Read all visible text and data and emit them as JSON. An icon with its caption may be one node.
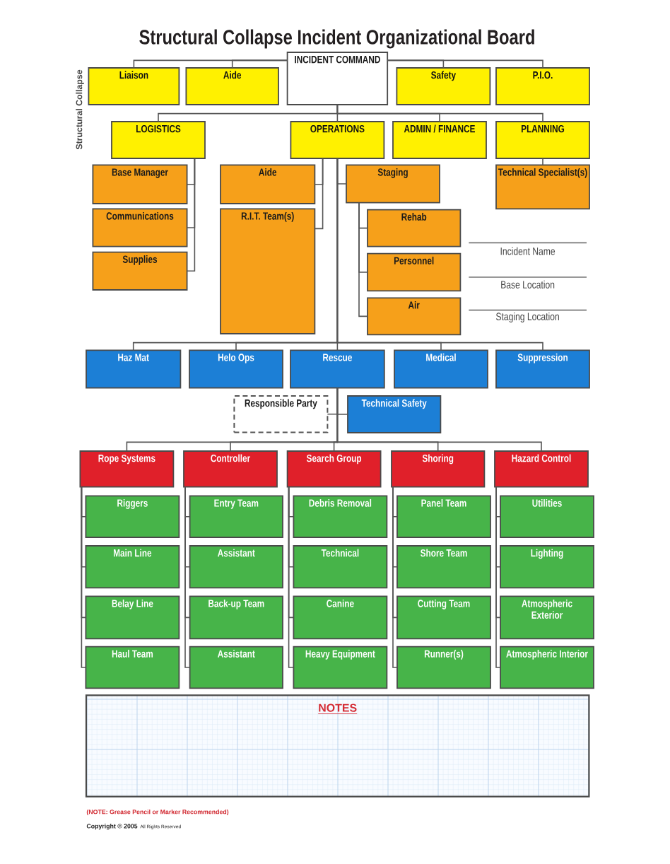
{
  "diagram": {
    "title": "Structural Collapse Incident Organizational Board",
    "nodes": [
      {
        "text": [
          "INCIDENT COMMAND"
        ]
      },
      {
        "text": [
          "Liaison"
        ]
      },
      {
        "text": [
          "Aide"
        ]
      },
      {
        "text": [
          "Safety"
        ]
      },
      {
        "text": [
          "P.I.O."
        ]
      },
      {
        "text": [
          "LOGISTICS"
        ]
      },
      {
        "text": [
          "OPERATIONS"
        ]
      },
      {
        "text": [
          "ADMIN / FINANCE"
        ]
      },
      {
        "text": [
          "PLANNING"
        ]
      },
      {
        "text": [
          "Base Manager"
        ]
      },
      {
        "text": [
          "Communications"
        ]
      },
      {
        "text": [
          "Supplies"
        ]
      },
      {
        "text": [
          "Aide"
        ]
      },
      {
        "text": [
          "R.I.T. Team(s)"
        ]
      },
      {
        "text": [
          "Staging"
        ]
      },
      {
        "text": [
          "Rehab"
        ]
      },
      {
        "text": [
          "Personnel"
        ]
      },
      {
        "text": [
          "Air"
        ]
      },
      {
        "text": [
          "Technical Specialist(s)"
        ]
      },
      {
        "text": [
          "Haz Mat"
        ]
      },
      {
        "text": [
          "Helo Ops"
        ]
      },
      {
        "text": [
          "Rescue"
        ]
      },
      {
        "text": [
          "Medical"
        ]
      },
      {
        "text": [
          "Suppression"
        ]
      },
      {
        "text": [
          "Responsible Party"
        ]
      },
      {
        "text": [
          "Technical Safety"
        ]
      },
      {
        "text": [
          "Rope Systems"
        ]
      },
      {
        "text": [
          "Controller"
        ]
      },
      {
        "text": [
          "Search Group"
        ]
      },
      {
        "text": [
          "Shoring"
        ]
      },
      {
        "text": [
          "Hazard Control"
        ]
      },
      {
        "text": [
          "Riggers"
        ]
      },
      {
        "text": [
          "Entry Team"
        ]
      },
      {
        "text": [
          "Debris Removal"
        ]
      },
      {
        "text": [
          "Panel Team"
        ]
      },
      {
        "text": [
          "Utilities"
        ]
      },
      {
        "text": [
          "Main Line"
        ]
      },
      {
        "text": [
          "Assistant"
        ]
      },
      {
        "text": [
          "Technical"
        ]
      },
      {
        "text": [
          "Shore Team"
        ]
      },
      {
        "text": [
          "Lighting"
        ]
      },
      {
        "text": [
          "Belay Line"
        ]
      },
      {
        "text": [
          "Back-up Team"
        ]
      },
      {
        "text": [
          "Canine"
        ]
      },
      {
        "text": [
          "Cutting Team"
        ]
      },
      {
        "text": [
          "Atmospheric Exterior"
        ]
      },
      {
        "text": [
          "Haul Team"
        ]
      },
      {
        "text": [
          "Assistant"
        ]
      },
      {
        "text": [
          "Heavy Equipment"
        ]
      },
      {
        "text": [
          "Runner(s)"
        ]
      },
      {
        "text": [
          "Atmospheric Interior"
        ]
      },
      {
        "text": [
          "NOTES"
        ]
      }
    ],
    "edges": [
      {
        "from": 0,
        "to": 1,
        "arrow": "none"
      },
      {
        "from": 0,
        "to": 2,
        "arrow": "none"
      },
      {
        "from": 0,
        "to": 3,
        "arrow": "none"
      },
      {
        "from": 0,
        "to": 4,
        "arrow": "none"
      },
      {
        "from": 0,
        "to": 5,
        "arrow": "none"
      },
      {
        "from": 0,
        "to": 6,
        "arrow": "none"
      },
      {
        "from": 0,
        "to": 7,
        "arrow": "none"
      },
      {
        "from": 0,
        "to": 8,
        "arrow": "none"
      },
      {
        "from": 5,
        "to": 9,
        "arrow": "none"
      },
      {
        "from": 5,
        "to": 10,
        "arrow": "none"
      },
      {
        "from": 5,
        "to": 11,
        "arrow": "none"
      },
      {
        "from": 6,
        "to": 12,
        "arrow": "none"
      },
      {
        "from": 6,
        "to": 13,
        "arrow": "none"
      },
      {
        "from": 6,
        "to": 14,
        "arrow": "none"
      },
      {
        "from": 14,
        "to": 15,
        "arrow": "none"
      },
      {
        "from": 14,
        "to": 16,
        "arrow": "none"
      },
      {
        "from": 14,
        "to": 17,
        "arrow": "none"
      },
      {
        "from": 8,
        "to": 18,
        "arrow": "none"
      },
      {
        "from": 6,
        "to": 19,
        "arrow": "none"
      },
      {
        "from": 6,
        "to": 20,
        "arrow": "none"
      },
      {
        "from": 6,
        "to": 21,
        "arrow": "none"
      },
      {
        "from": 6,
        "to": 22,
        "arrow": "none"
      },
      {
        "from": 6,
        "to": 23,
        "arrow": "none"
      },
      {
        "from": 21,
        "to": 24,
        "arrow": "none"
      },
      {
        "from": 21,
        "to": 25,
        "arrow": "none"
      },
      {
        "from": 21,
        "to": 26,
        "arrow": "none"
      },
      {
        "from": 21,
        "to": 27,
        "arrow": "none"
      },
      {
        "from": 21,
        "to": 28,
        "arrow": "none"
      },
      {
        "from": 21,
        "to": 29,
        "arrow": "none"
      },
      {
        "from": 21,
        "to": 30,
        "arrow": "none"
      },
      {
        "from": 26,
        "to": 31,
        "arrow": "none"
      },
      {
        "from": 26,
        "to": 36,
        "arrow": "none"
      },
      {
        "from": 26,
        "to": 41,
        "arrow": "none"
      },
      {
        "from": 26,
        "to": 46,
        "arrow": "none"
      },
      {
        "from": 27,
        "to": 32,
        "arrow": "none"
      },
      {
        "from": 27,
        "to": 37,
        "arrow": "none"
      },
      {
        "from": 27,
        "to": 42,
        "arrow": "none"
      },
      {
        "from": 27,
        "to": 47,
        "arrow": "none"
      },
      {
        "from": 28,
        "to": 33,
        "arrow": "none"
      },
      {
        "from": 28,
        "to": 38,
        "arrow": "none"
      },
      {
        "from": 28,
        "to": 43,
        "arrow": "none"
      },
      {
        "from": 28,
        "to": 48,
        "arrow": "none"
      },
      {
        "from": 29,
        "to": 34,
        "arrow": "none"
      },
      {
        "from": 29,
        "to": 39,
        "arrow": "none"
      },
      {
        "from": 29,
        "to": 44,
        "arrow": "none"
      },
      {
        "from": 29,
        "to": 49,
        "arrow": "none"
      },
      {
        "from": 30,
        "to": 35,
        "arrow": "none"
      },
      {
        "from": 30,
        "to": 40,
        "arrow": "none"
      },
      {
        "from": 30,
        "to": 45,
        "arrow": "none"
      },
      {
        "from": 30,
        "to": 50,
        "arrow": "none"
      }
    ],
    "labels": [
      "Structural Collapse",
      "Incident Name",
      "Base Location",
      "Staging Location",
      "(NOTE: Grease Pencil or Marker Recommended)",
      "Copyright © 2005",
      "All Rights Reserved"
    ]
  }
}
